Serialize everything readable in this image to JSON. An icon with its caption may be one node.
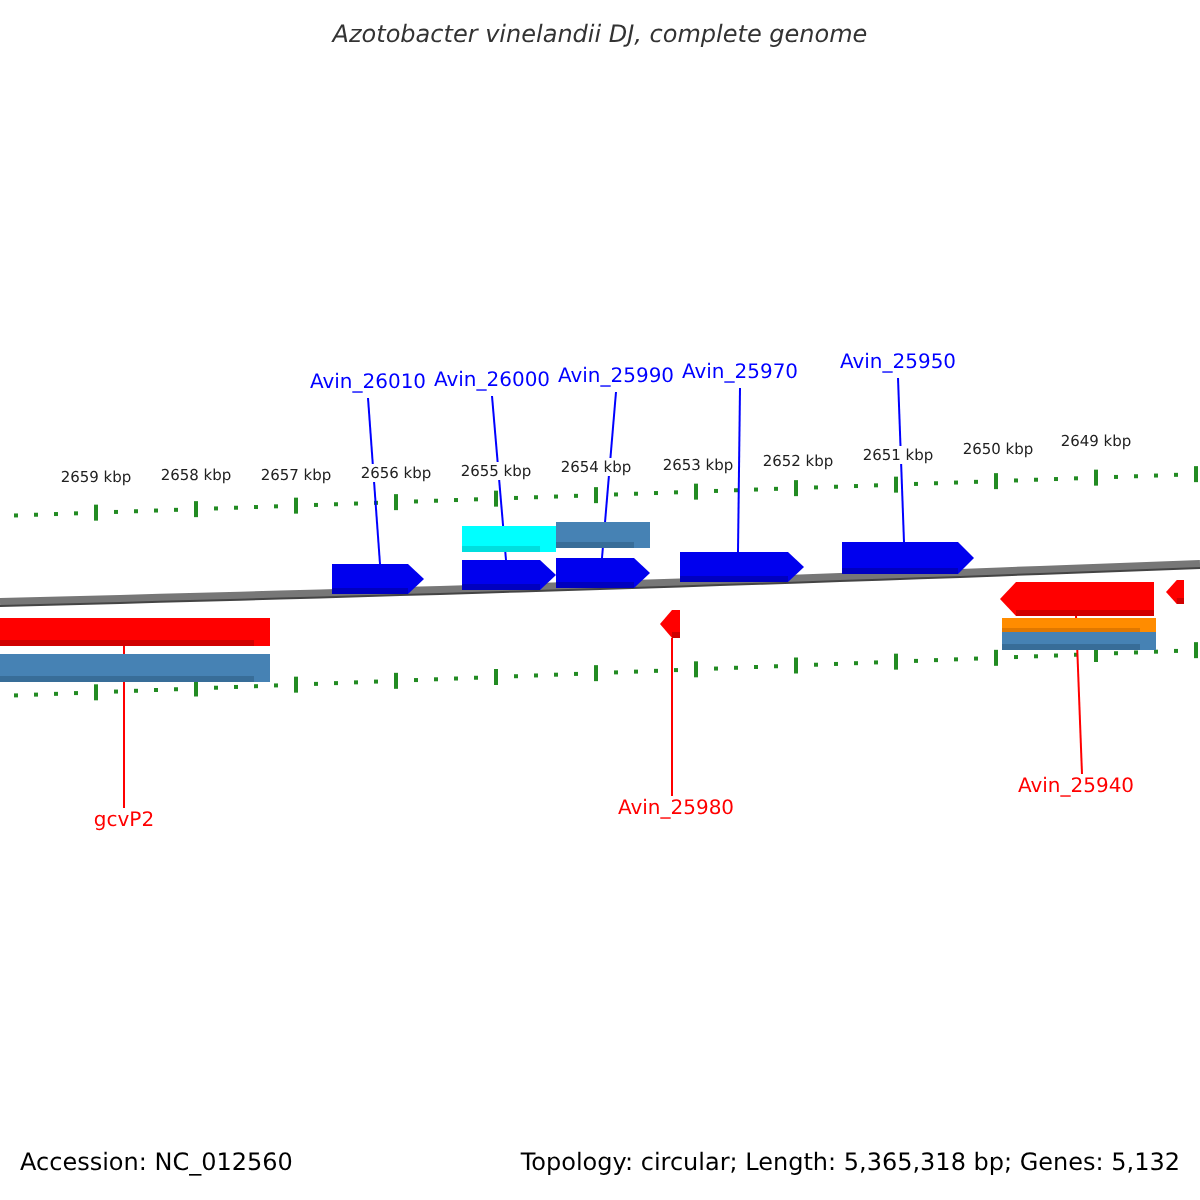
{
  "diagram": {
    "title": "Azotobacter vinelandii DJ, complete genome",
    "nodes": [
      {
        "text": [
          "Avin_26010"
        ]
      },
      {
        "text": [
          "Avin_26000"
        ]
      },
      {
        "text": [
          "Avin_25990"
        ]
      },
      {
        "text": [
          "Avin_25970"
        ]
      },
      {
        "text": [
          "Avin_25950"
        ]
      },
      {
        "text": [
          "gcvP2"
        ]
      },
      {
        "text": [
          "Avin_25980"
        ]
      },
      {
        "text": [
          "Avin_25940"
        ]
      },
      {
        "text": [],
        "shape": "pentagon"
      },
      {
        "text": [],
        "shape": "pentagon"
      },
      {
        "text": [],
        "shape": "pentagon"
      },
      {
        "text": [],
        "shape": "pentagon"
      },
      {
        "text": [],
        "shape": "pentagon"
      },
      {
        "text": [],
        "shape": "bar"
      },
      {
        "text": [],
        "shape": "pentagon"
      },
      {
        "text": [],
        "shape": "pentagon"
      },
      {
        "text": [],
        "shape": "bar"
      },
      {
        "text": [],
        "shape": "bar"
      },
      {
        "text": [],
        "shape": "bar"
      },
      {
        "text": [],
        "shape": "bar"
      },
      {
        "text": [],
        "shape": "bar"
      },
      {
        "text": [],
        "shape": "pentagon"
      }
    ],
    "edges": [
      {
        "from": 0,
        "to": 8,
        "arrow": "none"
      },
      {
        "from": 1,
        "to": 9,
        "arrow": "none"
      },
      {
        "from": 2,
        "to": 10,
        "arrow": "none"
      },
      {
        "from": 3,
        "to": 11,
        "arrow": "none"
      },
      {
        "from": 4,
        "to": 12,
        "arrow": "none"
      },
      {
        "from": 5,
        "to": 13,
        "arrow": "none",
        "color": "#ff0000"
      },
      {
        "from": 6,
        "to": 14,
        "arrow": "none",
        "color": "#ff0000"
      },
      {
        "from": 7,
        "to": 15,
        "arrow": "none",
        "color": "#ff0000"
      }
    ],
    "labels": [
      "2659 kbp",
      "2658 kbp",
      "2657 kbp",
      "2656 kbp",
      "2655 kbp",
      "2654 kbp",
      "2653 kbp",
      "2652 kbp",
      "2651 kbp",
      "2650 kbp",
      "2649 kbp",
      "Accession: NC_012560",
      "Topology: circular; Length: 5,365,318 bp; Genes: 5,132"
    ]
  }
}
